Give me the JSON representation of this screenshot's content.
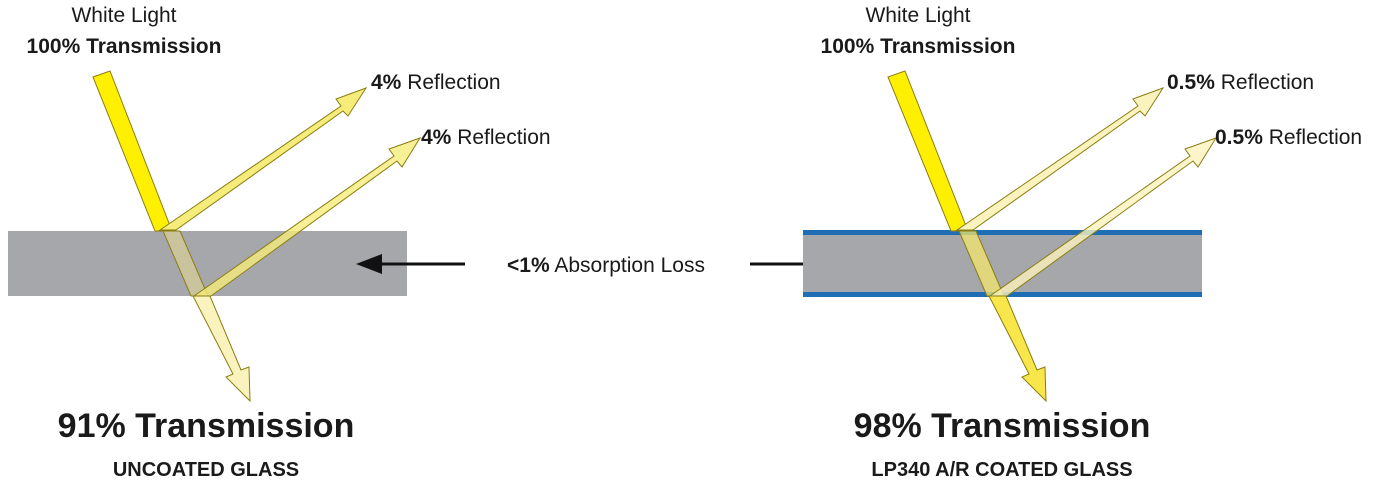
{
  "uncoated": {
    "incident_line1": "White Light",
    "incident_line2": "100% Transmission",
    "reflection1_pct": "4%",
    "reflection2_pct": "4%",
    "reflection_word": "Reflection",
    "transmission": "91% Transmission",
    "glass_type": "UNCOATED GLASS"
  },
  "coated": {
    "incident_line1": "White Light",
    "incident_line2": "100% Transmission",
    "reflection1_pct": "0.5%",
    "reflection2_pct": "0.5%",
    "reflection_word": "Reflection",
    "transmission": "98% Transmission",
    "glass_type": "LP340 A/R COATED GLASS"
  },
  "absorption": {
    "pct": "<1%",
    "label": "Absorption Loss"
  },
  "colors": {
    "glass": "#a6a7aa",
    "coating": "#1f6db5",
    "beam_full": "#ffef00",
    "beam_reflect": "#f6ec7a",
    "beam_faint": "#fbf3bd",
    "beam_stroke": "#8a7d12",
    "arrow": "#111111"
  }
}
